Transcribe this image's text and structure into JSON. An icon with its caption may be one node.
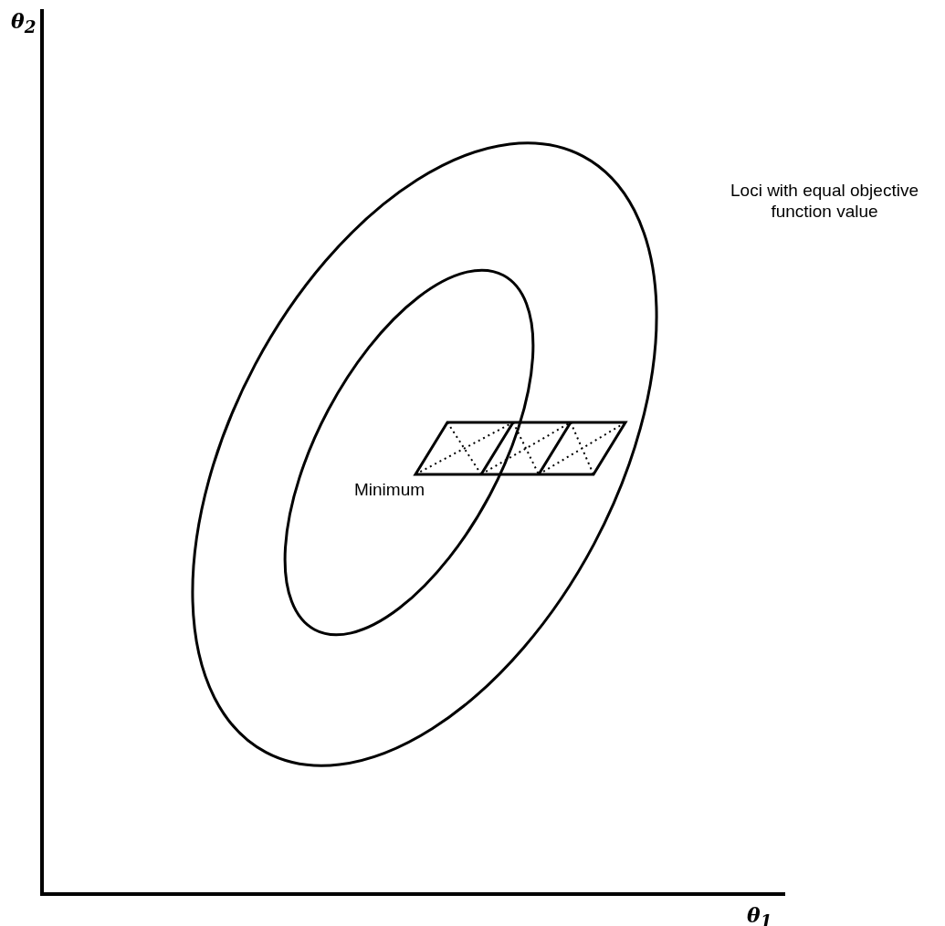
{
  "diagram": {
    "labels": [
      "θ$_{2}$",
      "Loci with equal objective function value",
      "Minimum",
      "θ$_{1}$"
    ]
  }
}
